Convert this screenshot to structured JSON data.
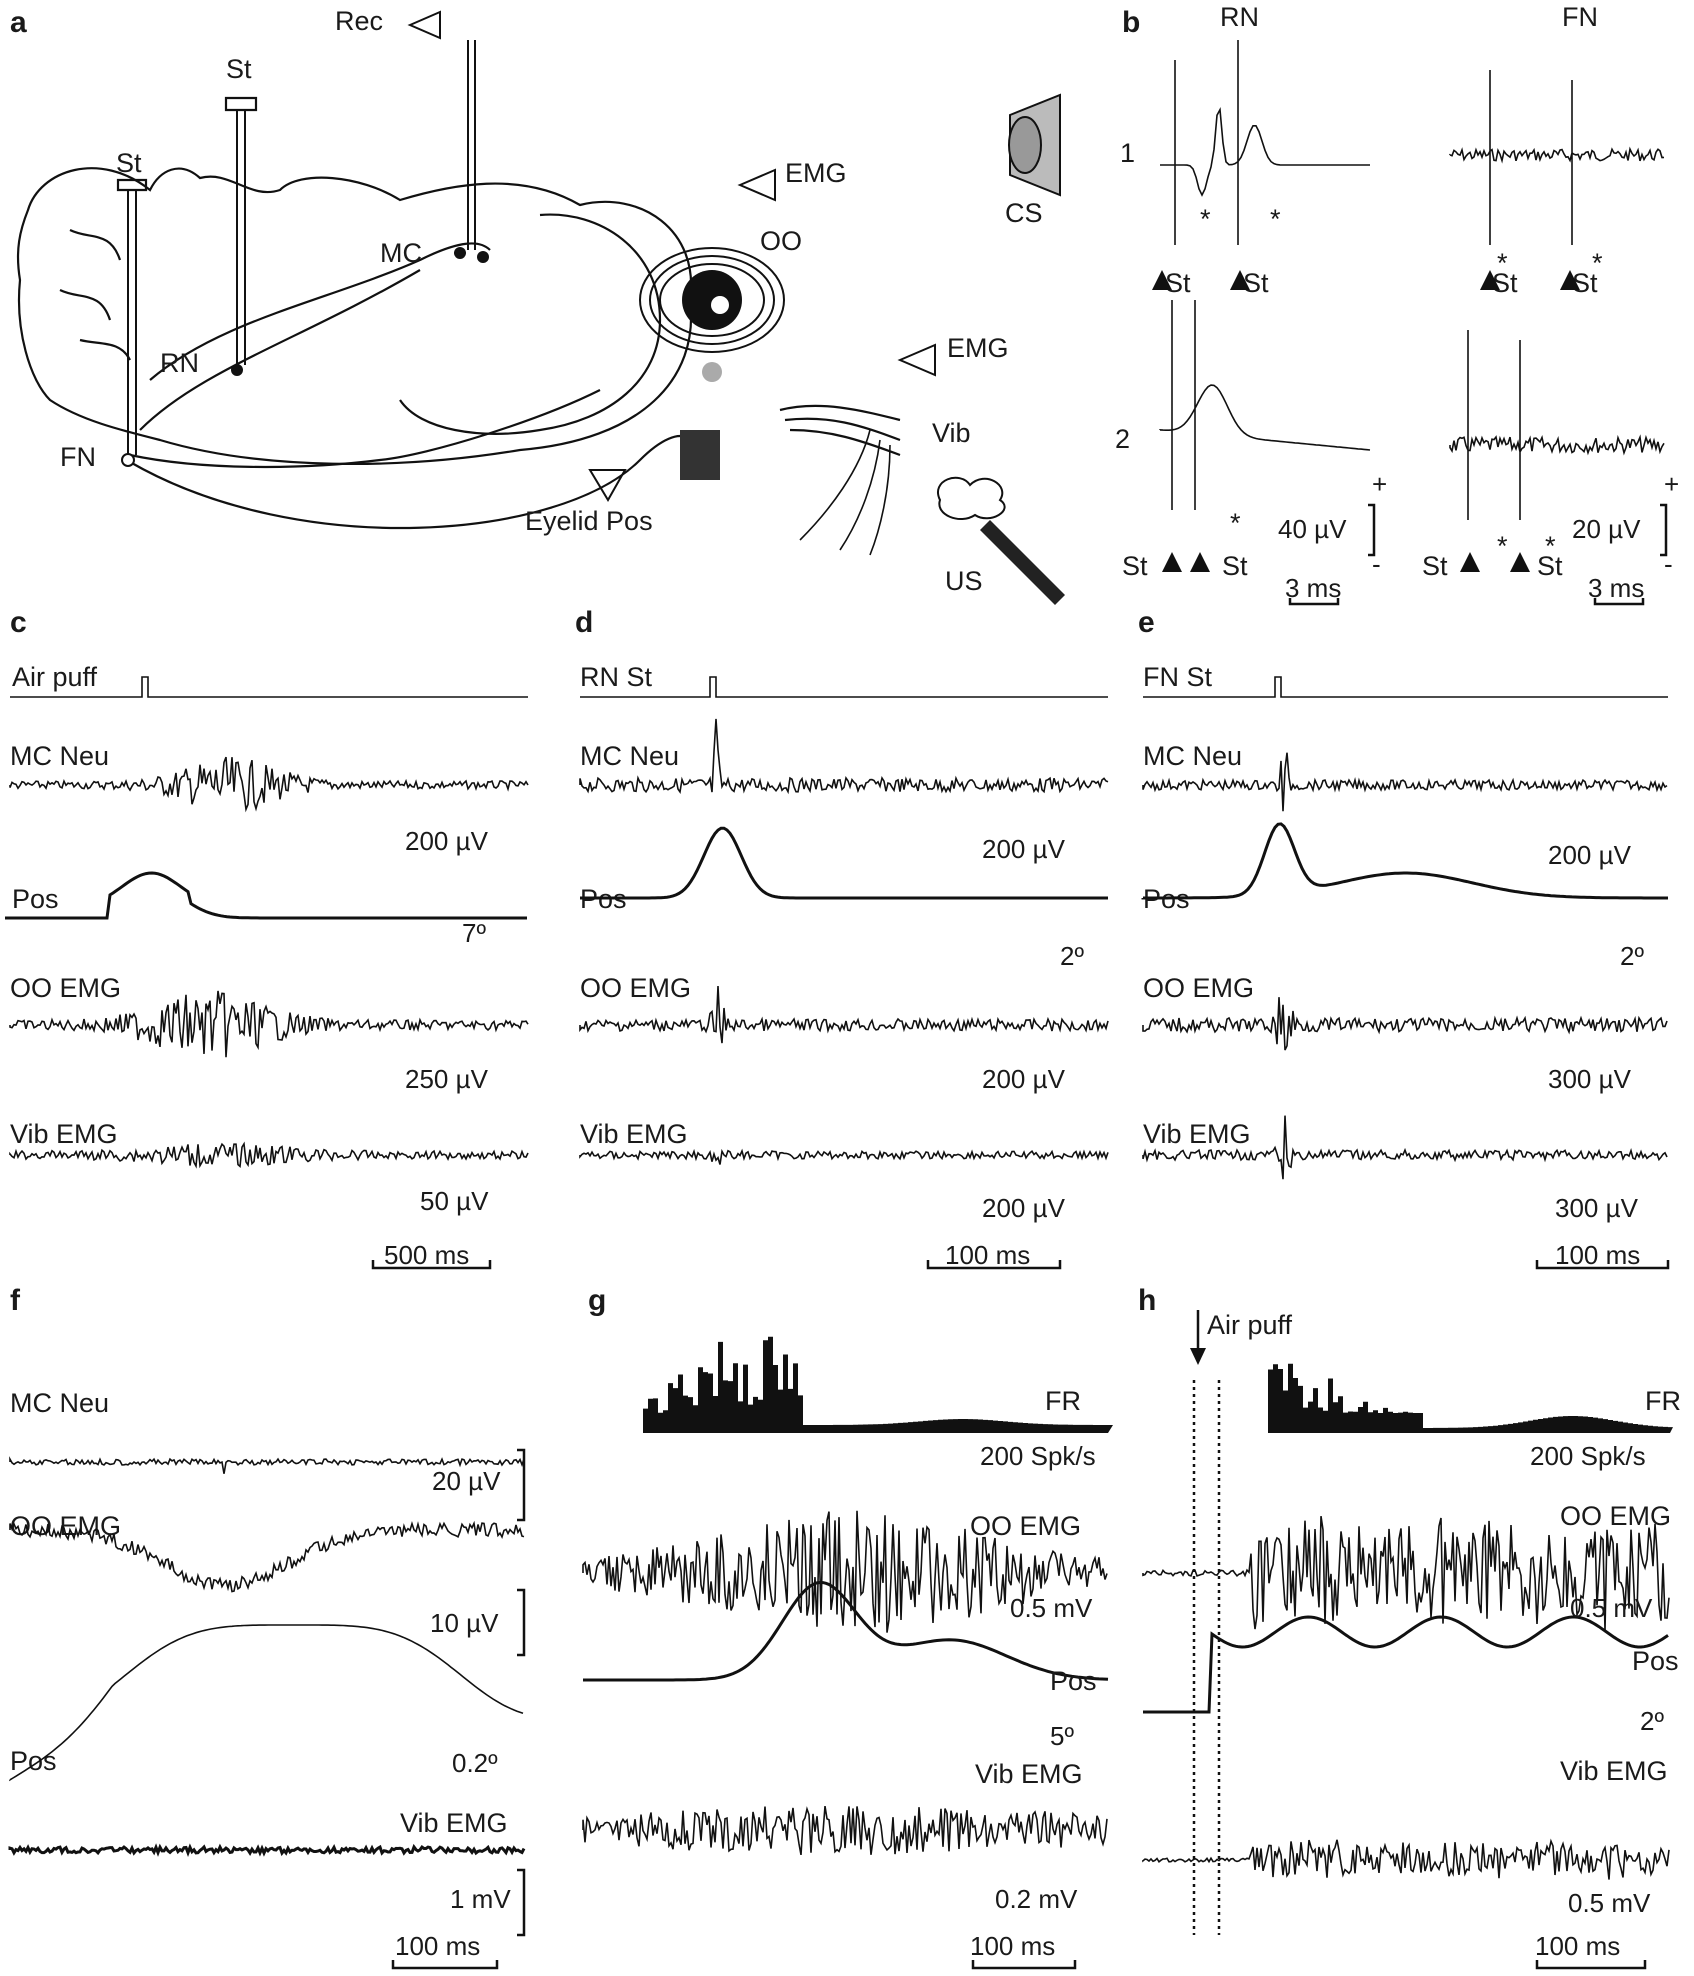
{
  "figure": {
    "panel_letters": {
      "a": "a",
      "b": "b",
      "c": "c",
      "d": "d",
      "e": "e",
      "f": "f",
      "g": "g",
      "h": "h"
    },
    "panel_a": {
      "labels": {
        "rec": "Rec",
        "st1": "St",
        "st2": "St",
        "mc": "MC",
        "rn": "RN",
        "fn": "FN",
        "emg1": "EMG",
        "emg2": "EMG",
        "oo": "OO",
        "vib": "Vib",
        "cs": "CS",
        "us": "US",
        "eyelid": "Eyelid Pos"
      }
    },
    "panel_b": {
      "rn_title": "RN",
      "fn_title": "FN",
      "row1": "1",
      "row2": "2",
      "st": "St",
      "star": "*",
      "scale_rn": "40 µV",
      "scale_fn": "20 µV",
      "time_rn": "3 ms",
      "time_fn": "3 ms",
      "plus": "+",
      "minus": "-"
    },
    "panel_c": {
      "stim": "Air puff",
      "mc": "MC Neu",
      "pos": "Pos",
      "oo": "OO EMG",
      "vib": "Vib EMG",
      "s_mc": "200 µV",
      "s_pos": "7º",
      "s_oo": "250 µV",
      "s_vib": "50 µV",
      "time": "500 ms"
    },
    "panel_d": {
      "stim": "RN St",
      "mc": "MC Neu",
      "pos": "Pos",
      "oo": "OO EMG",
      "vib": "Vib EMG",
      "s_mc": "200 µV",
      "s_pos": "2º",
      "s_oo": "200 µV",
      "s_vib": "200 µV",
      "time": "100 ms"
    },
    "panel_e": {
      "stim": "FN St",
      "mc": "MC Neu",
      "pos": "Pos",
      "oo": "OO EMG",
      "vib": "Vib EMG",
      "s_mc": "200 µV",
      "s_pos": "2º",
      "s_oo": "300 µV",
      "s_vib": "300 µV",
      "time": "100 ms"
    },
    "panel_f": {
      "mc": "MC Neu",
      "oo": "OO EMG",
      "pos": "Pos",
      "vib": "Vib EMG",
      "s_mc": "20 µV",
      "s_oo": "10 µV",
      "s_pos": "0.2º",
      "s_vib": "1 mV",
      "time": "100 ms"
    },
    "panel_g": {
      "fr": "FR",
      "oo": "OO EMG",
      "pos": "Pos",
      "vib": "Vib EMG",
      "s_fr": "200 Spk/s",
      "s_oo": "0.5 mV",
      "s_pos": "5º",
      "s_vib": "0.2 mV",
      "time": "100 ms"
    },
    "panel_h": {
      "airpuff": "Air puff",
      "fr": "FR",
      "oo": "OO EMG",
      "pos": "Pos",
      "vib": "Vib EMG",
      "s_fr": "200 Spk/s",
      "s_oo": "0.5 mV",
      "s_pos": "2º",
      "s_vib": "0.5 mV",
      "time": "100 ms"
    }
  }
}
